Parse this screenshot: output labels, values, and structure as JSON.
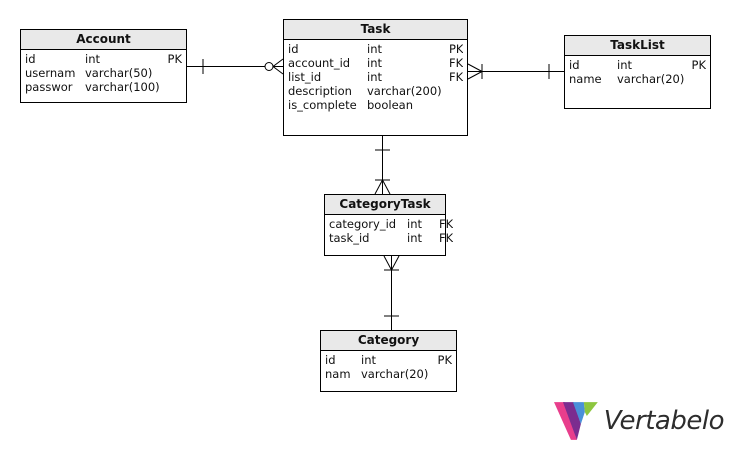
{
  "entities": {
    "account": {
      "name": "Account",
      "columns": [
        {
          "name": "id",
          "type": "int",
          "key": "PK"
        },
        {
          "name": "usernam",
          "type": "varchar(50)",
          "key": ""
        },
        {
          "name": "passwor",
          "type": "varchar(100)",
          "key": ""
        }
      ]
    },
    "task": {
      "name": "Task",
      "columns": [
        {
          "name": "id",
          "type": "int",
          "key": "PK"
        },
        {
          "name": "account_id",
          "type": "int",
          "key": "FK"
        },
        {
          "name": "list_id",
          "type": "int",
          "key": "FK"
        },
        {
          "name": "description",
          "type": "varchar(200)",
          "key": ""
        },
        {
          "name": "is_complete",
          "type": "boolean",
          "key": ""
        }
      ]
    },
    "tasklist": {
      "name": "TaskList",
      "columns": [
        {
          "name": "id",
          "type": "int",
          "key": "PK"
        },
        {
          "name": "name",
          "type": "varchar(20)",
          "key": ""
        }
      ]
    },
    "categorytask": {
      "name": "CategoryTask",
      "columns": [
        {
          "name": "category_id",
          "type": "int",
          "key": "FK"
        },
        {
          "name": "task_id",
          "type": "int",
          "key": "FK"
        }
      ]
    },
    "category": {
      "name": "Category",
      "columns": [
        {
          "name": "id",
          "type": "int",
          "key": "PK"
        },
        {
          "name": "nam",
          "type": "varchar(20)",
          "key": ""
        }
      ]
    }
  },
  "relationships": [
    {
      "from": "Account",
      "from_cardinality": "one",
      "to": "Task",
      "to_cardinality": "zero-or-many"
    },
    {
      "from": "TaskList",
      "from_cardinality": "one",
      "to": "Task",
      "to_cardinality": "one-or-many"
    },
    {
      "from": "Task",
      "from_cardinality": "one",
      "to": "CategoryTask",
      "to_cardinality": "one-or-many"
    },
    {
      "from": "Category",
      "from_cardinality": "one",
      "to": "CategoryTask",
      "to_cardinality": "one-or-many"
    }
  ],
  "brand": {
    "name": "Vertabelo",
    "colors": [
      "#e83e8c",
      "#7b2d8f",
      "#4a90d9",
      "#8dc63f"
    ],
    "text_color": "#2d2d2d"
  },
  "line_color": "#000000",
  "header_color": "#e9e9e9"
}
